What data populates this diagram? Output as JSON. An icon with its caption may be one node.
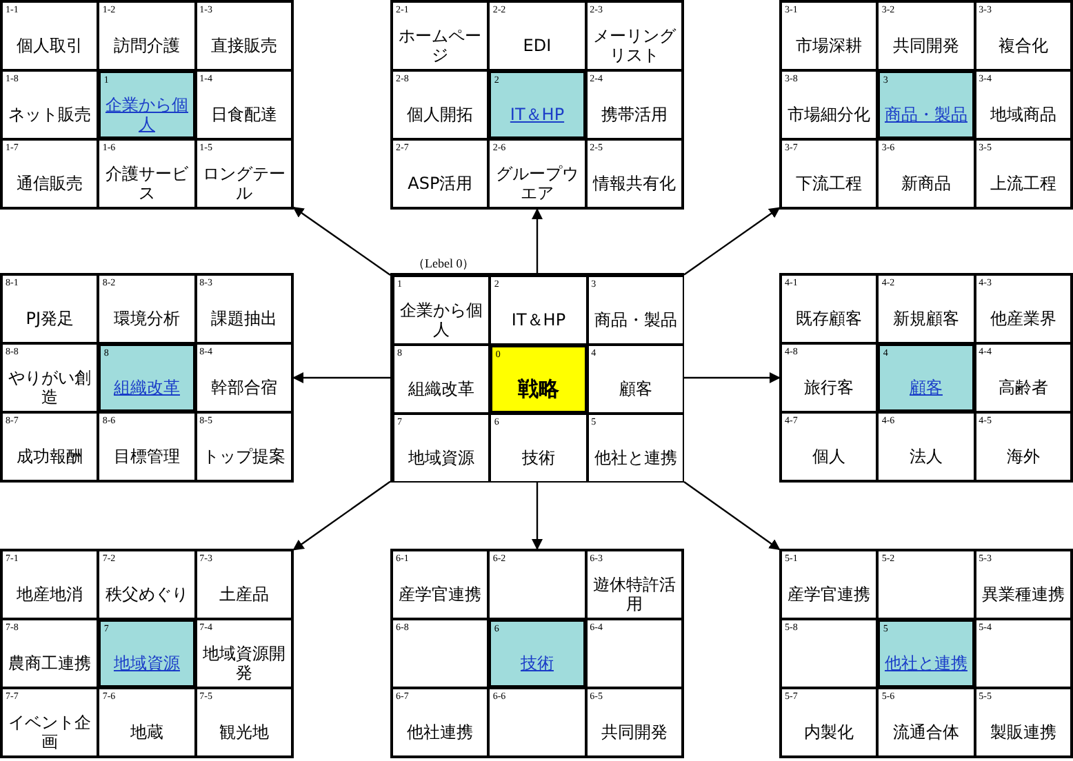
{
  "diagram": {
    "nodes": [
      {
        "text": [],
        "shape": "box"
      },
      {
        "text": [
          "1-1",
          "個人取引"
        ],
        "in": 0
      },
      {
        "text": [
          "1-2",
          "訪問介護"
        ],
        "in": 0
      },
      {
        "text": [
          "1-3",
          "直接販売"
        ],
        "in": 0
      },
      {
        "text": [
          "1-8",
          "ネット販売"
        ],
        "in": 0
      },
      {
        "text": [
          "1",
          "企業から個人"
        ],
        "in": 0
      },
      {
        "text": [
          "1-4",
          "日食配達"
        ],
        "in": 0
      },
      {
        "text": [
          "1-7",
          "通信販売"
        ],
        "in": 0
      },
      {
        "text": [
          "1-6",
          "介護サービス"
        ],
        "in": 0
      },
      {
        "text": [
          "1-5",
          "ロングテール"
        ],
        "in": 0
      },
      {
        "text": [],
        "shape": "box"
      },
      {
        "text": [
          "2-1",
          "ホームページ"
        ],
        "in": 10
      },
      {
        "text": [
          "2-2",
          "EDI"
        ],
        "in": 10
      },
      {
        "text": [
          "2-3",
          "メーリングリスト"
        ],
        "in": 10
      },
      {
        "text": [
          "2-8",
          "個人開拓"
        ],
        "in": 10
      },
      {
        "text": [
          "2",
          "IT＆HP"
        ],
        "in": 10
      },
      {
        "text": [
          "2-4",
          "携帯活用"
        ],
        "in": 10
      },
      {
        "text": [
          "2-7",
          "ASP活用"
        ],
        "in": 10
      },
      {
        "text": [
          "2-6",
          "グループウエア"
        ],
        "in": 10
      },
      {
        "text": [
          "2-5",
          "情報共有化"
        ],
        "in": 10
      },
      {
        "text": [],
        "shape": "box"
      },
      {
        "text": [
          "3-1",
          "市場深耕"
        ],
        "in": 20
      },
      {
        "text": [
          "3-2",
          "共同開発"
        ],
        "in": 20
      },
      {
        "text": [
          "3-3",
          "複合化"
        ],
        "in": 20
      },
      {
        "text": [
          "3-8",
          "市場細分化"
        ],
        "in": 20
      },
      {
        "text": [
          "3",
          "商品・製品"
        ],
        "in": 20
      },
      {
        "text": [
          "3-4",
          "地域商品"
        ],
        "in": 20
      },
      {
        "text": [
          "3-7",
          "下流工程"
        ],
        "in": 20
      },
      {
        "text": [
          "3-6",
          "新商品"
        ],
        "in": 20
      },
      {
        "text": [
          "3-5",
          "上流工程"
        ],
        "in": 20
      },
      {
        "text": [],
        "shape": "box"
      },
      {
        "text": [
          "8-1",
          "PJ発足"
        ],
        "in": 30
      },
      {
        "text": [
          "8-2",
          "環境分析"
        ],
        "in": 30
      },
      {
        "text": [
          "8-3",
          "課題抽出"
        ],
        "in": 30
      },
      {
        "text": [
          "8-8",
          "やりがい創造"
        ],
        "in": 30
      },
      {
        "text": [
          "8",
          "組織改革"
        ],
        "in": 30
      },
      {
        "text": [
          "8-4",
          "幹部合宿"
        ],
        "in": 30
      },
      {
        "text": [
          "8-7",
          "成功報酬"
        ],
        "in": 30
      },
      {
        "text": [
          "8-6",
          "目標管理"
        ],
        "in": 30
      },
      {
        "text": [
          "8-5",
          "トップ提案"
        ],
        "in": 30
      },
      {
        "text": [],
        "shape": "box",
        "beside": [
          "（Lebel 0）"
        ]
      },
      {
        "text": [
          "1",
          "企業から個人"
        ],
        "in": 40
      },
      {
        "text": [
          "2",
          "IT＆HP"
        ],
        "in": 40
      },
      {
        "text": [
          "3",
          "商品・製品"
        ],
        "in": 40
      },
      {
        "text": [
          "8",
          "組織改革"
        ],
        "in": 40
      },
      {
        "text": [
          "0",
          "戦略"
        ],
        "in": 40
      },
      {
        "text": [
          "4",
          "顧客"
        ],
        "in": 40
      },
      {
        "text": [
          "7",
          "地域資源"
        ],
        "in": 40
      },
      {
        "text": [
          "6",
          "技術"
        ],
        "in": 40
      },
      {
        "text": [
          "5",
          "他社と連携"
        ],
        "in": 40
      },
      {
        "text": [],
        "shape": "box"
      },
      {
        "text": [
          "4-1",
          "既存顧客"
        ],
        "in": 50
      },
      {
        "text": [
          "4-2",
          "新規顧客"
        ],
        "in": 50
      },
      {
        "text": [
          "4-3",
          "他産業界"
        ],
        "in": 50
      },
      {
        "text": [
          "4-8",
          "旅行客"
        ],
        "in": 50
      },
      {
        "text": [
          "4",
          "顧客"
        ],
        "in": 50
      },
      {
        "text": [
          "4-4",
          "高齢者"
        ],
        "in": 50
      },
      {
        "text": [
          "4-7",
          "個人"
        ],
        "in": 50
      },
      {
        "text": [
          "4-6",
          "法人"
        ],
        "in": 50
      },
      {
        "text": [
          "4-5",
          "海外"
        ],
        "in": 50
      },
      {
        "text": [],
        "shape": "box"
      },
      {
        "text": [
          "7-1",
          "地産地消"
        ],
        "in": 60
      },
      {
        "text": [
          "7-2",
          "秩父めぐり"
        ],
        "in": 60
      },
      {
        "text": [
          "7-3",
          "土産品"
        ],
        "in": 60
      },
      {
        "text": [
          "7-8",
          "農商工連携"
        ],
        "in": 60
      },
      {
        "text": [
          "7",
          "地域資源"
        ],
        "in": 60
      },
      {
        "text": [
          "7-4",
          "地域資源開発"
        ],
        "in": 60
      },
      {
        "text": [
          "7-7",
          "イベント企画"
        ],
        "in": 60
      },
      {
        "text": [
          "7-6",
          "地蔵"
        ],
        "in": 60
      },
      {
        "text": [
          "7-5",
          "観光地"
        ],
        "in": 60
      },
      {
        "text": [],
        "shape": "box"
      },
      {
        "text": [
          "6-1",
          "産学官連携"
        ],
        "in": 70
      },
      {
        "text": [
          "6-2"
        ],
        "in": 70
      },
      {
        "text": [
          "6-3",
          "遊休特許活用"
        ],
        "in": 70
      },
      {
        "text": [
          "6-8"
        ],
        "in": 70
      },
      {
        "text": [
          "6",
          "技術"
        ],
        "in": 70
      },
      {
        "text": [
          "6-4"
        ],
        "in": 70
      },
      {
        "text": [
          "6-7",
          "他社連携"
        ],
        "in": 70
      },
      {
        "text": [
          "6-6"
        ],
        "in": 70
      },
      {
        "text": [
          "6-5",
          "共同開発"
        ],
        "in": 70
      },
      {
        "text": [],
        "shape": "box"
      },
      {
        "text": [
          "5-1",
          "産学官連携"
        ],
        "in": 80
      },
      {
        "text": [
          "5-2"
        ],
        "in": 80
      },
      {
        "text": [
          "5-3",
          "異業種連携"
        ],
        "in": 80
      },
      {
        "text": [
          "5-8"
        ],
        "in": 80
      },
      {
        "text": [
          "5",
          "他社と連携"
        ],
        "in": 80
      },
      {
        "text": [
          "5-4"
        ],
        "in": 80
      },
      {
        "text": [
          "5-7",
          "内製化"
        ],
        "in": 80
      },
      {
        "text": [
          "5-6",
          "流通合体"
        ],
        "in": 80
      },
      {
        "text": [
          "5-5",
          "製販連携"
        ],
        "in": 80
      }
    ],
    "edges": [
      {
        "from": 40,
        "to": 0,
        "arrow": "to"
      },
      {
        "from": 40,
        "to": 10,
        "arrow": "to"
      },
      {
        "from": 40,
        "to": 20,
        "arrow": "to"
      },
      {
        "from": 40,
        "to": 30,
        "arrow": "to"
      },
      {
        "from": 40,
        "to": 50,
        "arrow": "to"
      },
      {
        "from": 40,
        "to": 60,
        "arrow": "to"
      },
      {
        "from": 40,
        "to": 70,
        "arrow": "to"
      },
      {
        "from": 40,
        "to": 80,
        "arrow": "to"
      }
    ]
  }
}
